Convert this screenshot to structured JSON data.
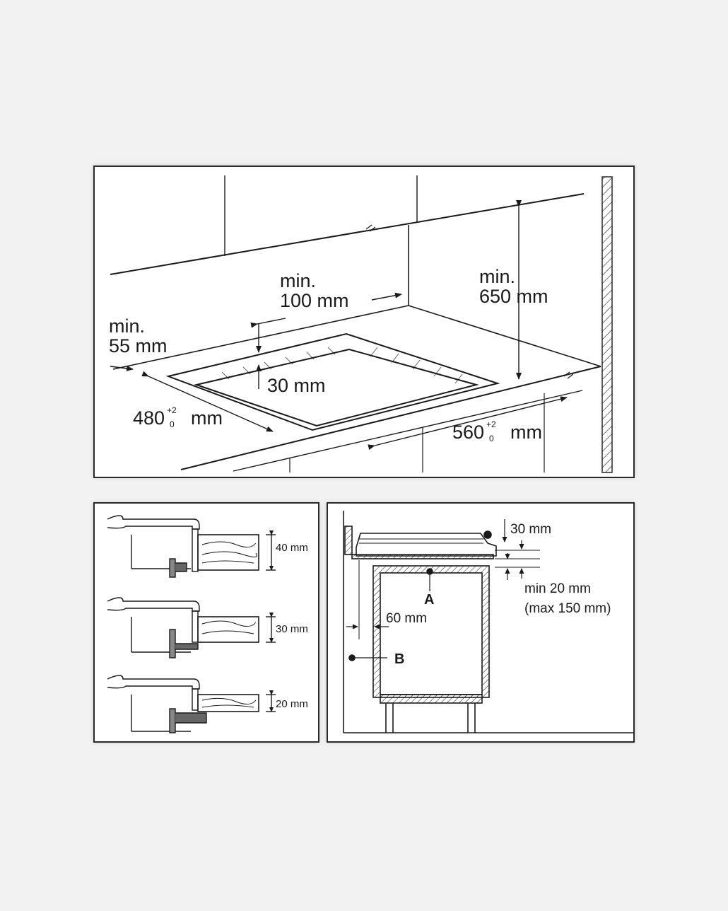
{
  "main_drawing": {
    "min_100": {
      "line1": "min.",
      "line2": "100 mm"
    },
    "min_650": {
      "line1": "min.",
      "line2": "650 mm"
    },
    "min_55": {
      "line1": "min.",
      "line2": "55 mm"
    },
    "depth_30": "30 mm",
    "width_480": {
      "value": "480",
      "sup": "+2",
      "sub": "0",
      "unit": "mm"
    },
    "width_560": {
      "value": "560",
      "sup": "+2",
      "sub": "0",
      "unit": "mm"
    }
  },
  "worktop_thickness": {
    "items": [
      "40 mm",
      "30 mm",
      "20 mm"
    ]
  },
  "side_section": {
    "top_gap": "30 mm",
    "gap_min": "min 20 mm",
    "gap_max": "(max 150 mm)",
    "marker_a": "A",
    "marker_b": "B",
    "side_gap": "60 mm"
  },
  "colors": {
    "line": "#1a1a1a",
    "background": "#f2f2f2",
    "panel": "#ffffff"
  }
}
